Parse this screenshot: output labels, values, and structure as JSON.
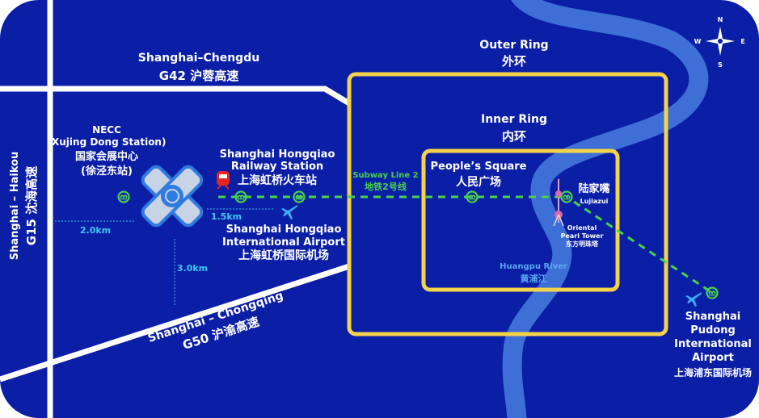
{
  "colors": {
    "background": "#0b1ea6",
    "river": "#3d6fd6",
    "ring": "#f4d24a",
    "subway": "#49d14f",
    "road": "#ffffff",
    "distance": "#3fc6f0",
    "railway_icon": "#e52521",
    "airport_icon": "#3fa9f5"
  },
  "compass": {
    "n": "N",
    "s": "S",
    "e": "E",
    "w": "W"
  },
  "roads": {
    "g42_en": "Shanghai–Chengdu",
    "g42_cn": "G42 沪蓉高速",
    "g15_en": "Shanghai – Haikou",
    "g15_cn": "G15 沈海高速",
    "g50_en": "Shanghai –  Chongqing",
    "g50_cn": "G50 沪渝高速"
  },
  "rings": {
    "outer_en": "Outer Ring",
    "outer_cn": "外环",
    "inner_en": "Inner Ring",
    "inner_cn": "内环"
  },
  "places": {
    "necc_1": "NECC",
    "necc_2": "(Xujing Dong Station)",
    "necc_3": "国家会展中心",
    "necc_4": "(徐泾东站)",
    "hq_rail_1": "Shanghai Hongqiao",
    "hq_rail_2": "Railway Station",
    "hq_rail_3": "上海虹桥火车站",
    "hq_air_1": "Shanghai Hongqiao",
    "hq_air_2": "International Airport",
    "hq_air_3": "上海虹桥国际机场",
    "subway_en": "Subway Line 2",
    "subway_cn": "地铁2号线",
    "ps_en": "People’s Square",
    "ps_cn": "人民广场",
    "ljz_cn": "陆家嘴",
    "ljz_en": "Lujiazui",
    "opt_1": "Oriental",
    "opt_2": "Pearl Tower",
    "opt_3": "东方明珠塔",
    "river_en": "Huangpu River",
    "river_cn": "黄浦江",
    "pd_1": "Shanghai",
    "pd_2": "Pudong",
    "pd_3": "International",
    "pd_4": "Airport",
    "pd_5": "上海浦东国际机场"
  },
  "distances": {
    "d1": "1.5km",
    "d2": "2.0km",
    "d3": "3.0km"
  }
}
